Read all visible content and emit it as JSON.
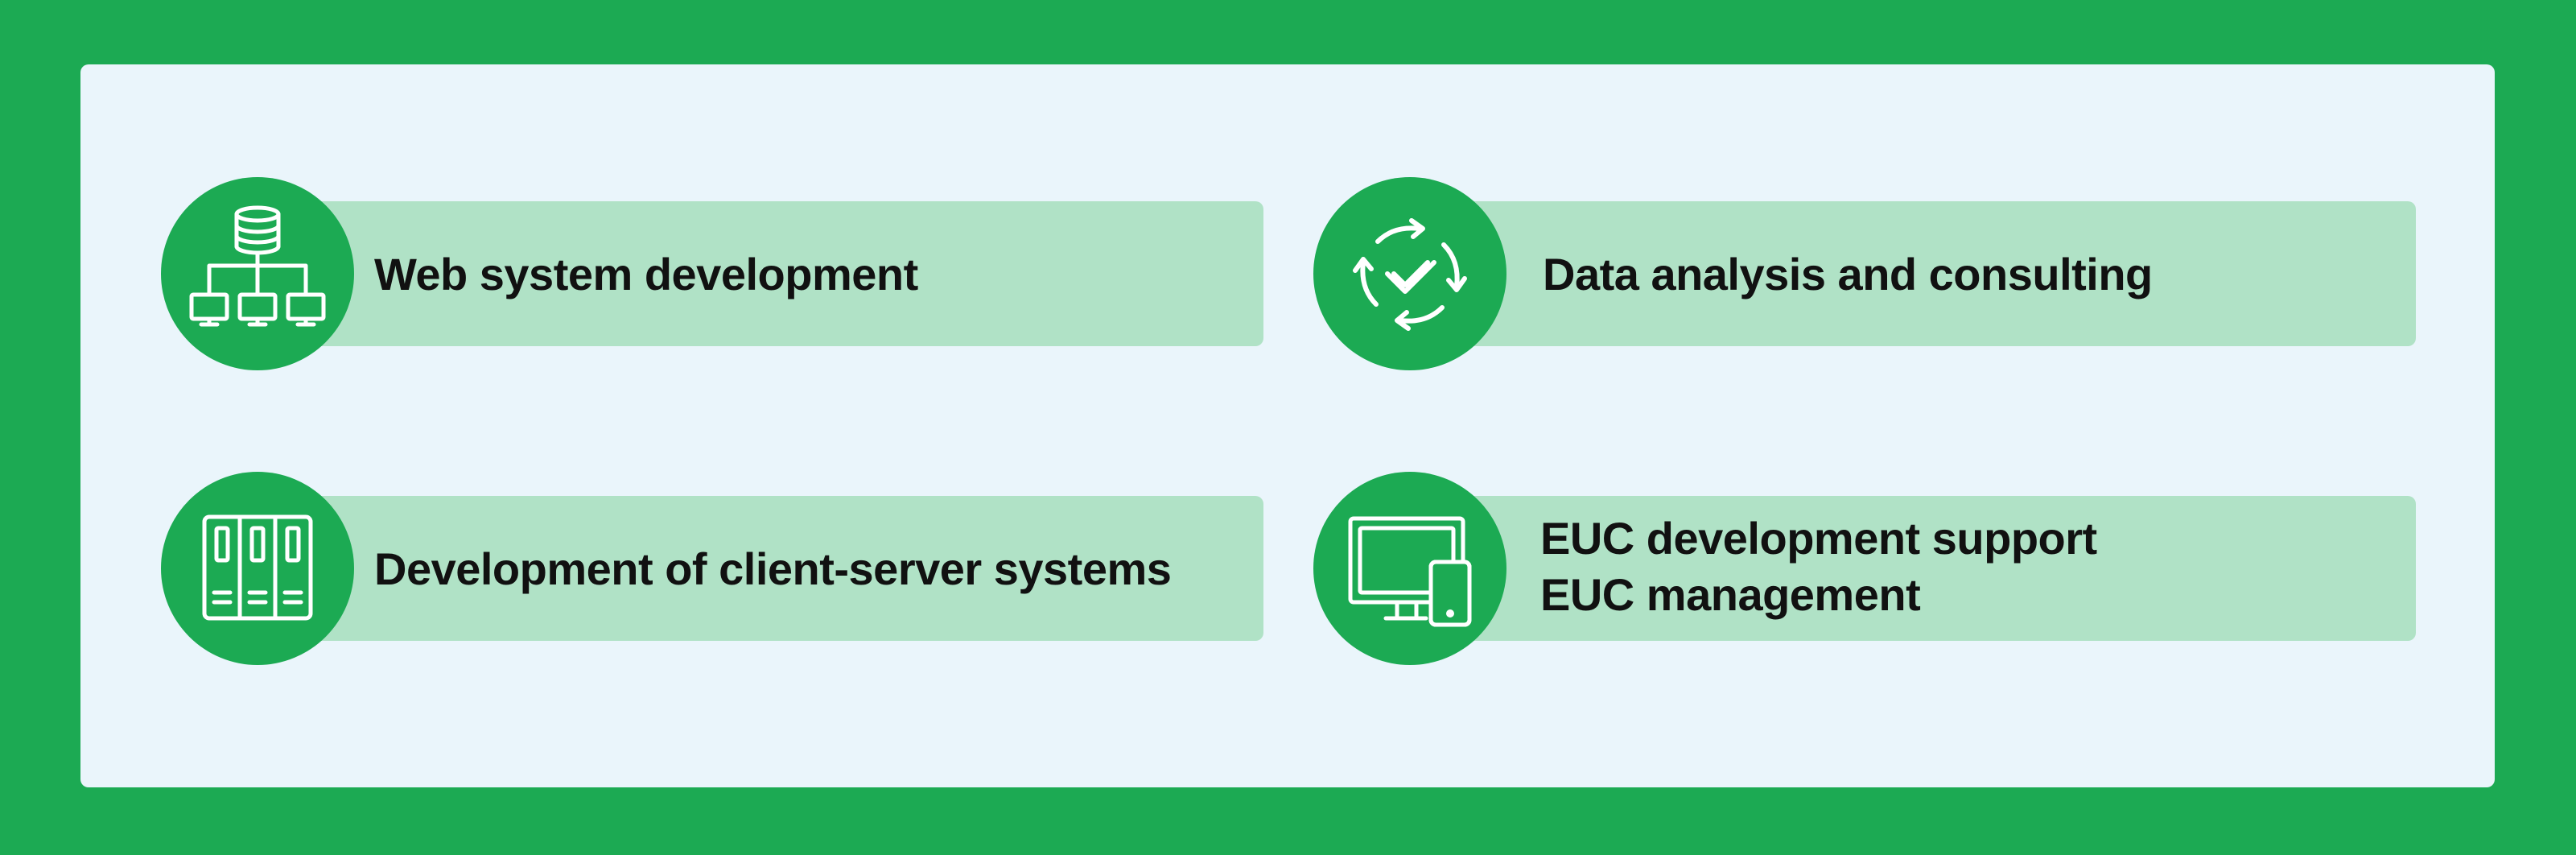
{
  "colors": {
    "border_green": "#1caa53",
    "panel_background": "#eaf5fb",
    "bar_green": "#b0e2c6",
    "icon_circle": "#1caa53",
    "text": "#111111"
  },
  "services": [
    {
      "icon": "database-network-icon",
      "label": "Web system development"
    },
    {
      "icon": "cycle-check-icon",
      "label": "Data analysis and consulting"
    },
    {
      "icon": "server-rack-icon",
      "label": "Development of client-server systems"
    },
    {
      "icon": "monitor-phone-icon",
      "lines": [
        "EUC development support",
        "EUC management"
      ]
    }
  ]
}
